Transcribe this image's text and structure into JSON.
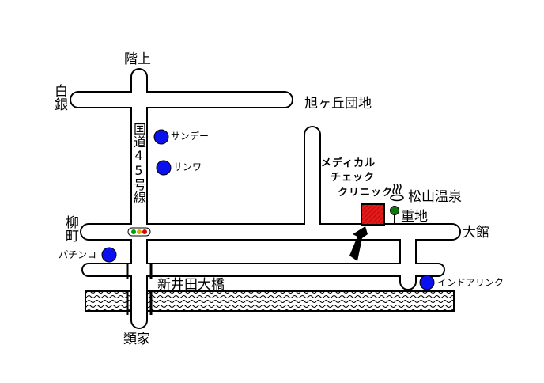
{
  "labels": {
    "top": "階上",
    "bottom": "類家",
    "left_top": "白銀",
    "left_mid": "柳町",
    "route": "国道45号線",
    "asahi": "旭ヶ丘団地",
    "odate": "大館",
    "bridge": "新井田大橋",
    "onsen": "松山温泉",
    "shigechi": "重地",
    "clinic_line1": "メディカル",
    "clinic_line2": "チェック",
    "clinic_line3": "クリニック",
    "sunday": "サンデー",
    "sanwa": "サンワ",
    "pachinko": "パチンコ",
    "indoor": "インドアリンク"
  },
  "colors": {
    "road_stroke": "#000000",
    "road_fill": "#ffffff",
    "poi": "#0a10ee",
    "clinic": "#e31a1a",
    "river": "#000000",
    "tree": "#0b7a0b",
    "signal_red": "#e00000",
    "signal_green": "#00a000"
  },
  "icons": {
    "poi": "poi-dot-icon",
    "clinic": "destination-marker-icon",
    "arrow": "pointer-arrow-icon",
    "onsen": "hot-spring-icon",
    "tree": "tree-icon",
    "signal": "traffic-signal-icon"
  }
}
